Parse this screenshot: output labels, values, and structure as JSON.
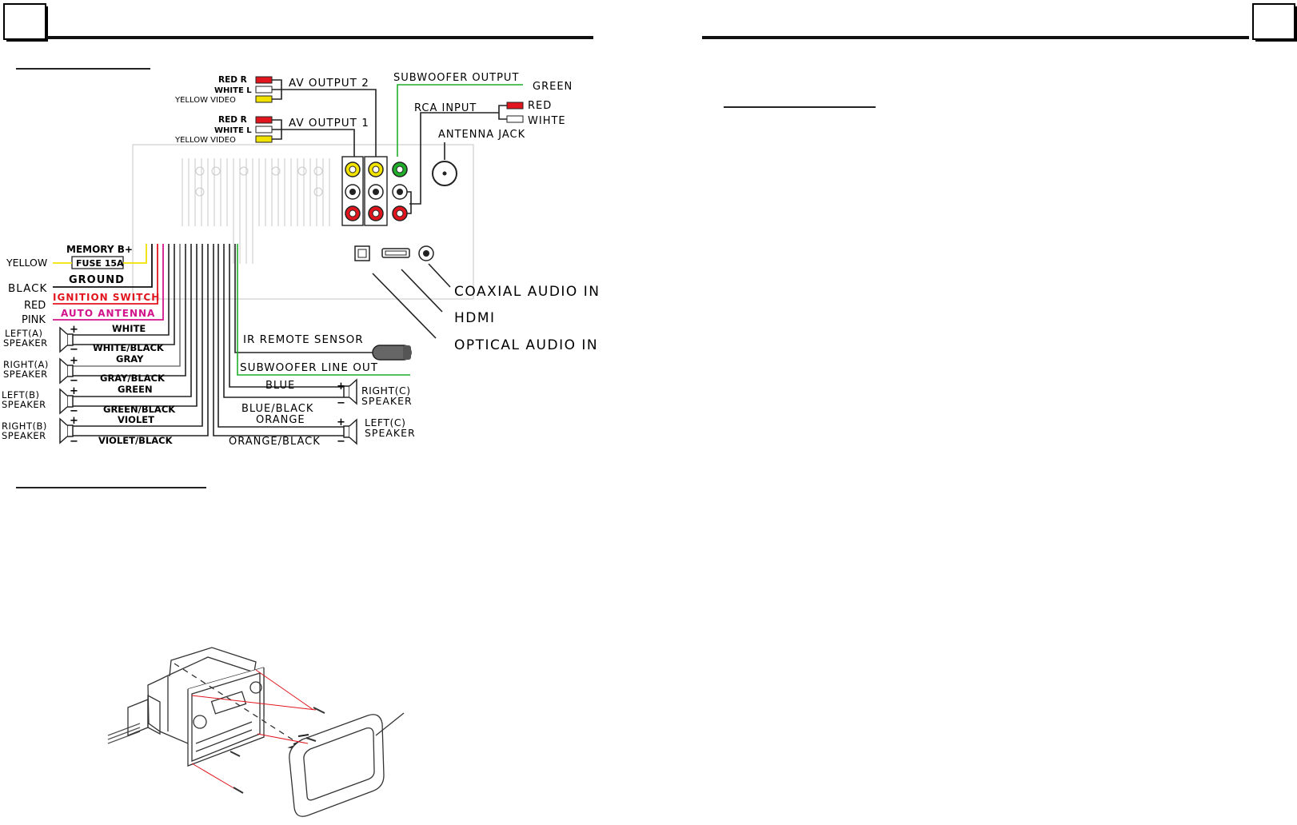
{
  "colors": {
    "red": "#e0151d",
    "yellow": "#f2e200",
    "green": "#1fae2a",
    "pink": "#d2148c",
    "violet": "#9b38c0",
    "black": "#111111"
  },
  "connector_labels": {
    "av2": {
      "red": "RED  R",
      "white": "WHITE L",
      "yellow": "YELLOW VIDEO",
      "title": "AV OUTPUT 2"
    },
    "av1": {
      "red": "RED  R",
      "white": "WHITE L",
      "yellow": "YELLOW VIDEO",
      "title": "AV OUTPUT 1"
    },
    "subwoofer_output": "SUBWOOFER OUTPUT",
    "green": "GREEN",
    "rca_input": "RCA INPUT",
    "rca_red": "RED",
    "rca_white": "WIHTE",
    "antenna_jack": "ANTENNA JACK",
    "coaxial": "COAXIAL AUDIO IN",
    "hdmi": "HDMI",
    "optical": "OPTICAL AUDIO IN"
  },
  "power_labels": {
    "memory": "MEMORY B+",
    "fuse": "FUSE 15A",
    "yellow": "YELLOW",
    "ground": "GROUND",
    "black": "BLACK",
    "ignition": "IGNITION SWITCH",
    "red": "RED",
    "auto_antenna": "AUTO ANTENNA",
    "pink": "PINK"
  },
  "speakers_left": [
    {
      "name": "LEFT(A)",
      "word": "SPEAKER",
      "pos_wire": "WHITE",
      "neg_wire": "WHITE/BLACK"
    },
    {
      "name": "RIGHT(A)",
      "word": "SPEAKER",
      "pos_wire": "GRAY",
      "neg_wire": "GRAY/BLACK"
    },
    {
      "name": "LEFT(B)",
      "word": "SPEAKER",
      "pos_wire": "GREEN",
      "neg_wire": "GREEN/BLACK"
    },
    {
      "name": "RIGHT(B)",
      "word": "SPEAKER",
      "pos_wire": "VIOLET",
      "neg_wire": "VIOLET/BLACK"
    }
  ],
  "speakers_right": [
    {
      "name": "RIGHT(C)",
      "word": "SPEAKER",
      "pos_wire": "BLUE",
      "neg_wire": "BLUE/BLACK"
    },
    {
      "name": "LEFT(C)",
      "word": "SPEAKER",
      "pos_wire": "ORANGE",
      "neg_wire": "ORANGE/BLACK"
    }
  ],
  "misc_labels": {
    "ir": "IR REMOTE SENSOR",
    "sub_line": "SUBWOOFER LINE OUT",
    "plus": "+",
    "minus": "−"
  }
}
